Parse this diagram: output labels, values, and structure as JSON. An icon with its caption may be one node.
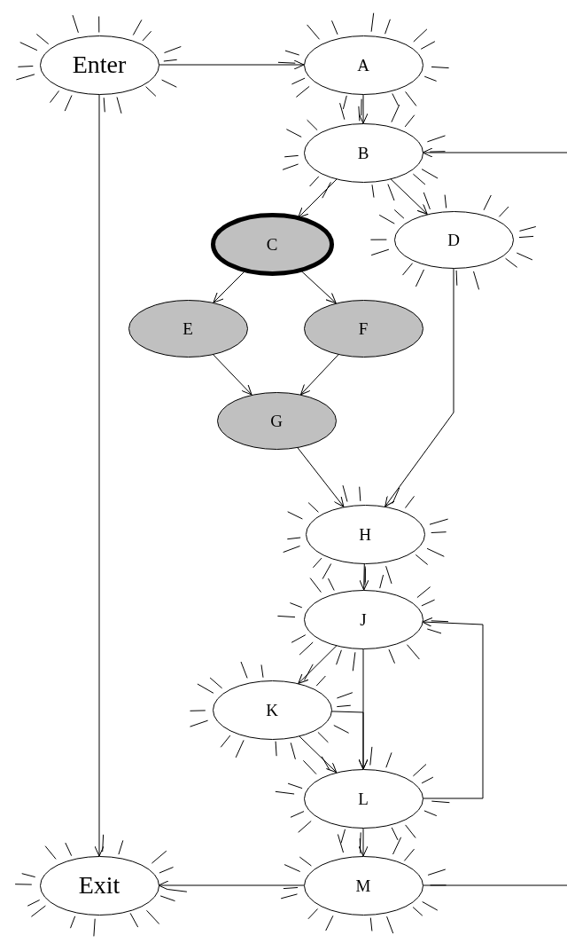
{
  "diagram": {
    "nodes": [
      {
        "text": [
          "Enter"
        ]
      },
      {
        "text": [
          "A"
        ]
      },
      {
        "text": [
          "B"
        ]
      },
      {
        "text": [
          "C"
        ]
      },
      {
        "text": [
          "D"
        ]
      },
      {
        "text": [
          "E"
        ]
      },
      {
        "text": [
          "F"
        ]
      },
      {
        "text": [
          "G"
        ]
      },
      {
        "text": [
          "H"
        ]
      },
      {
        "text": [
          "J"
        ]
      },
      {
        "text": [
          "K"
        ]
      },
      {
        "text": [
          "L"
        ]
      },
      {
        "text": [
          "M"
        ]
      },
      {
        "text": [
          "Exit"
        ]
      }
    ],
    "edges": [
      {
        "from": 0,
        "to": 1,
        "arrow": "to"
      },
      {
        "from": 0,
        "to": 13,
        "arrow": "to"
      },
      {
        "from": 1,
        "to": 2,
        "arrow": "to"
      },
      {
        "from": 2,
        "to": 3,
        "arrow": "to"
      },
      {
        "from": 2,
        "to": 4,
        "arrow": "to"
      },
      {
        "from": 3,
        "to": 5,
        "arrow": "to"
      },
      {
        "from": 3,
        "to": 6,
        "arrow": "to"
      },
      {
        "from": 5,
        "to": 7,
        "arrow": "to"
      },
      {
        "from": 6,
        "to": 7,
        "arrow": "to"
      },
      {
        "from": 7,
        "to": 8,
        "arrow": "to"
      },
      {
        "from": 4,
        "to": 8,
        "arrow": "to"
      },
      {
        "from": 8,
        "to": 9,
        "arrow": "to"
      },
      {
        "from": 9,
        "to": 10,
        "arrow": "to"
      },
      {
        "from": 9,
        "to": 11,
        "arrow": "to"
      },
      {
        "from": 10,
        "to": 11,
        "arrow": "to"
      },
      {
        "from": 10,
        "to": 11,
        "arrow": "to"
      },
      {
        "from": 11,
        "to": 9,
        "arrow": "to"
      },
      {
        "from": 11,
        "to": 12,
        "arrow": "to"
      },
      {
        "from": 12,
        "to": 13,
        "arrow": "to"
      },
      {
        "from": 12,
        "to": null,
        "arrow": "none"
      },
      {
        "from": null,
        "to": 2,
        "arrow": "to"
      }
    ]
  }
}
